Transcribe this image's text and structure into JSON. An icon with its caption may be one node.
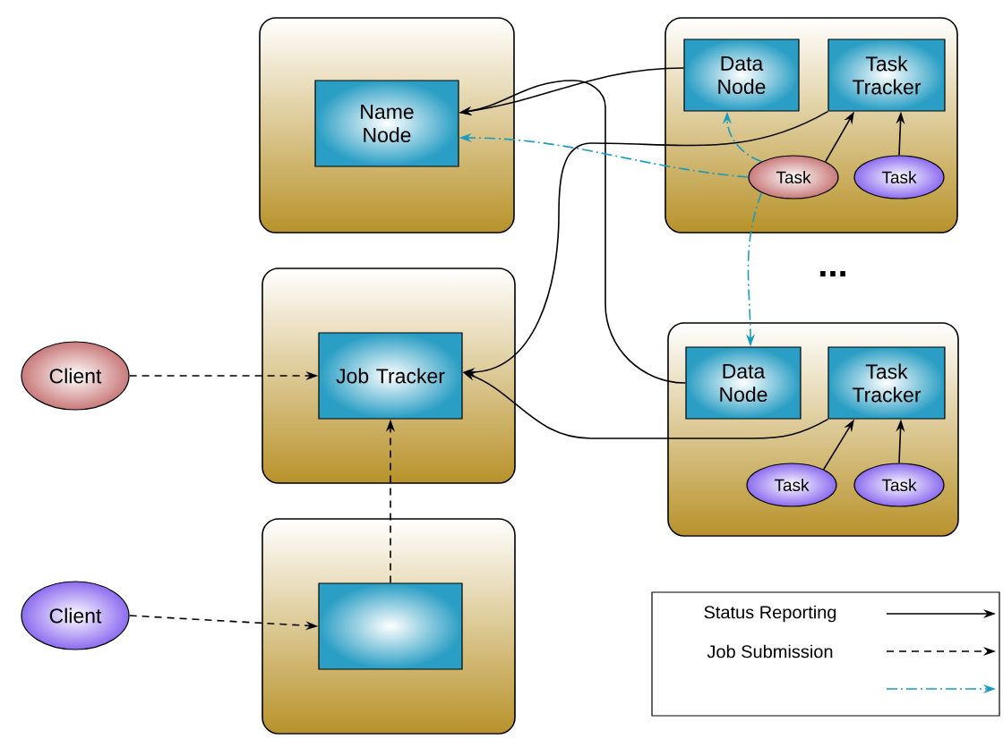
{
  "diagram": {
    "nodes": [
      {
        "text": [],
        "shape": "box"
      },
      {
        "text": [
          "Name Node"
        ],
        "in": 0
      },
      {
        "text": [],
        "shape": "box"
      },
      {
        "text": [
          "Data Node"
        ],
        "in": 2
      },
      {
        "text": [
          "Task Tracker"
        ],
        "in": 2
      },
      {
        "text": [
          "Task"
        ],
        "in": 2
      },
      {
        "text": [
          "Task"
        ],
        "in": 2
      },
      {
        "text": [],
        "shape": "box"
      },
      {
        "text": [
          "Job Tracker"
        ],
        "in": 7
      },
      {
        "text": [],
        "shape": "box"
      },
      {
        "text": [
          "Data Node"
        ],
        "in": 9
      },
      {
        "text": [
          "Task Tracker"
        ],
        "in": 9
      },
      {
        "text": [
          "Task"
        ],
        "in": 9
      },
      {
        "text": [
          "Task"
        ],
        "in": 9
      },
      {
        "text": [],
        "shape": "box"
      },
      {
        "text": [],
        "shape": "box",
        "in": 14
      },
      {
        "text": [
          "Client"
        ]
      },
      {
        "text": [
          "Client"
        ]
      }
    ],
    "edges": [
      {
        "from": 3,
        "to": 1,
        "arrow": "to"
      },
      {
        "from": 4,
        "to": 8,
        "arrow": "to"
      },
      {
        "from": 5,
        "to": 4,
        "arrow": "to"
      },
      {
        "from": 6,
        "to": 4,
        "arrow": "to"
      },
      {
        "from": 10,
        "to": 1,
        "arrow": "to"
      },
      {
        "from": 11,
        "to": 8,
        "arrow": "to"
      },
      {
        "from": 12,
        "to": 11,
        "arrow": "to"
      },
      {
        "from": 13,
        "to": 11,
        "arrow": "to"
      },
      {
        "from": 5,
        "to": 1,
        "arrow": "to",
        "style": "dashed",
        "color": "#1a9bc0"
      },
      {
        "from": 5,
        "to": 3,
        "arrow": "to",
        "style": "dashed",
        "color": "#1a9bc0"
      },
      {
        "from": 5,
        "to": 10,
        "arrow": "to",
        "style": "dashed",
        "color": "#1a9bc0"
      },
      {
        "from": 16,
        "to": 8,
        "arrow": "to",
        "style": "dashed"
      },
      {
        "from": 17,
        "to": 15,
        "arrow": "to",
        "style": "dashed"
      },
      {
        "from": 15,
        "to": 8,
        "arrow": "to",
        "style": "dashed"
      }
    ],
    "labels": [
      "..."
    ],
    "legend": [
      {
        "text": "Status Reporting"
      },
      {
        "text": "Job Submission"
      }
    ]
  }
}
